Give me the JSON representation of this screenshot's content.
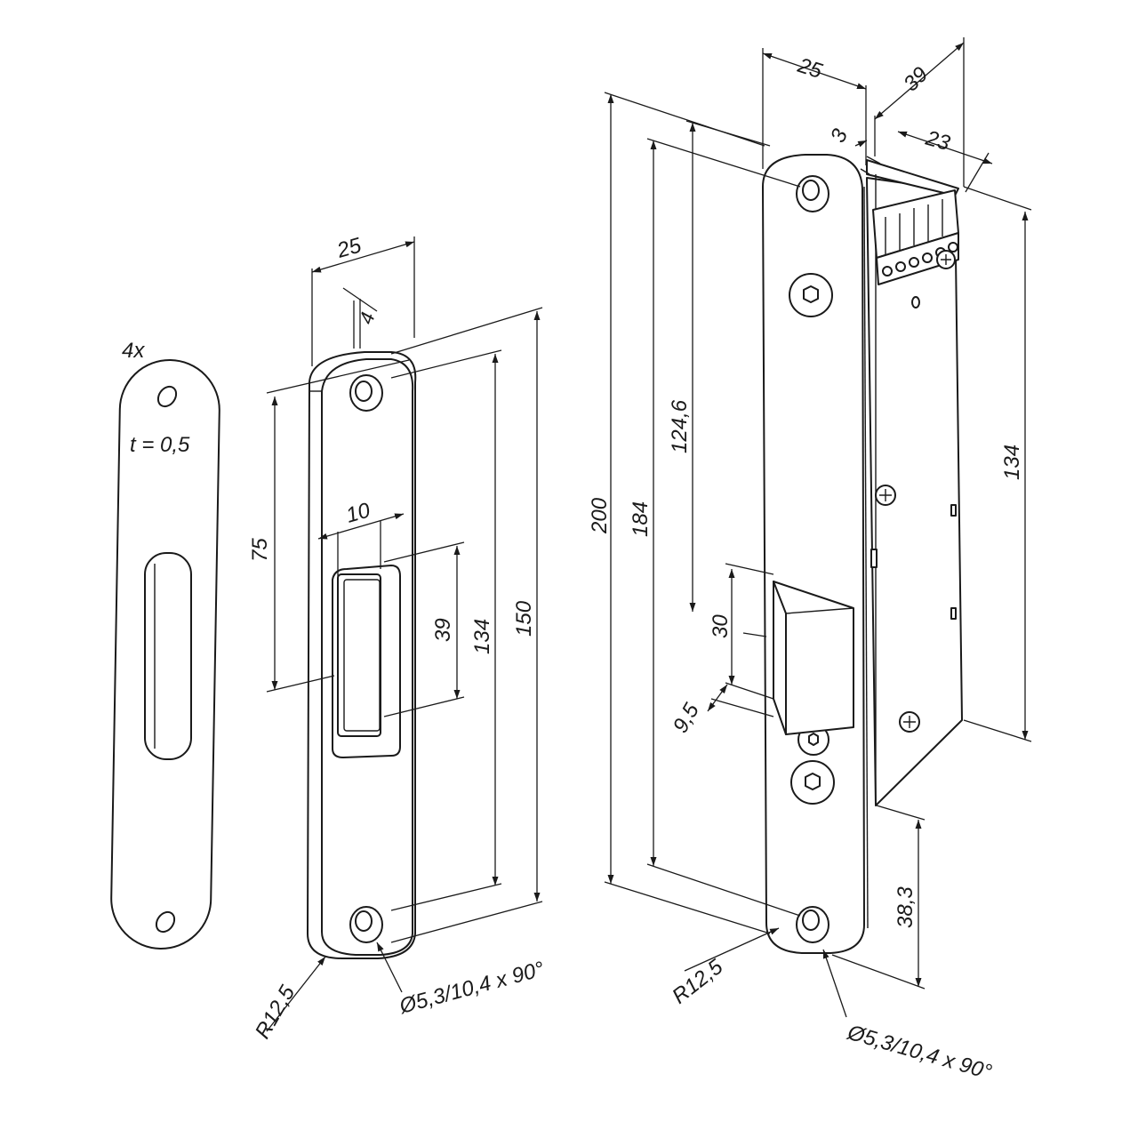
{
  "plate": {
    "quantity": "4x",
    "thickness": "t = 0,5"
  },
  "strike": {
    "width": "25",
    "offset": "4",
    "slot_width": "10",
    "to_slot": "75",
    "slot_height": "39",
    "hole_spacing": "134",
    "length": "150",
    "radius": "R12,5",
    "hole": "Ø5,3/10,4 x 90°"
  },
  "lock": {
    "width": "25",
    "depth": "39",
    "plate_thickness": "3",
    "body_depth": "23",
    "length": "200",
    "hole_spacing": "184",
    "to_latch": "124,6",
    "latch_height": "30",
    "latch_offset": "9,5",
    "body_height": "134",
    "bottom_offset": "38,3",
    "radius": "R12,5",
    "hole": "Ø5,3/10,4 x 90°"
  }
}
